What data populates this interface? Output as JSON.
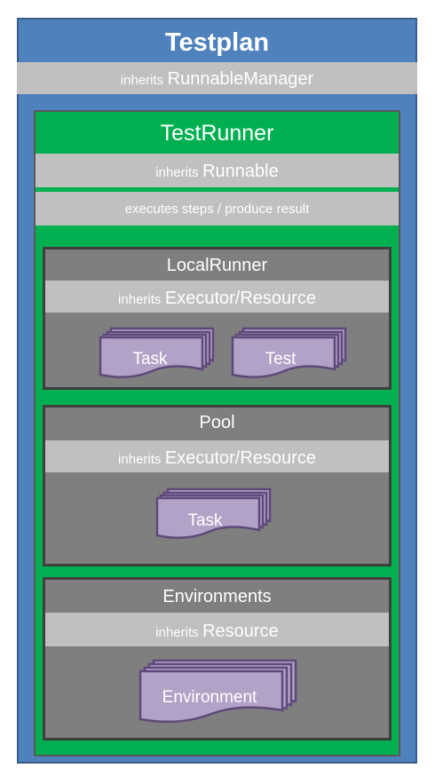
{
  "testplan": {
    "title": "Testplan",
    "inherit_word": "inherits",
    "inherit_class": "RunnableManager"
  },
  "testrunner": {
    "title": "TestRunner",
    "inherit_word": "inherits",
    "inherit_class": "Runnable",
    "description": "executes steps / produce result"
  },
  "local_runner": {
    "title": "LocalRunner",
    "inherit_word": "inherits",
    "inherit_class": "Executor/Resource",
    "items": [
      "Task",
      "Test"
    ]
  },
  "pool": {
    "title": "Pool",
    "inherit_word": "inherits",
    "inherit_class": "Executor/Resource",
    "items": [
      "Task"
    ]
  },
  "environments": {
    "title": "Environments",
    "inherit_word": "inherits",
    "inherit_class": "Resource",
    "items": [
      "Environment"
    ]
  },
  "colors": {
    "testplan_fill": "#4f81bd",
    "testrunner_fill": "#00b050",
    "module_fill": "#7f7f7f",
    "bar_fill": "#c0c0c0",
    "doc_fill": "#b3a2c7",
    "doc_stroke": "#5f497a"
  }
}
